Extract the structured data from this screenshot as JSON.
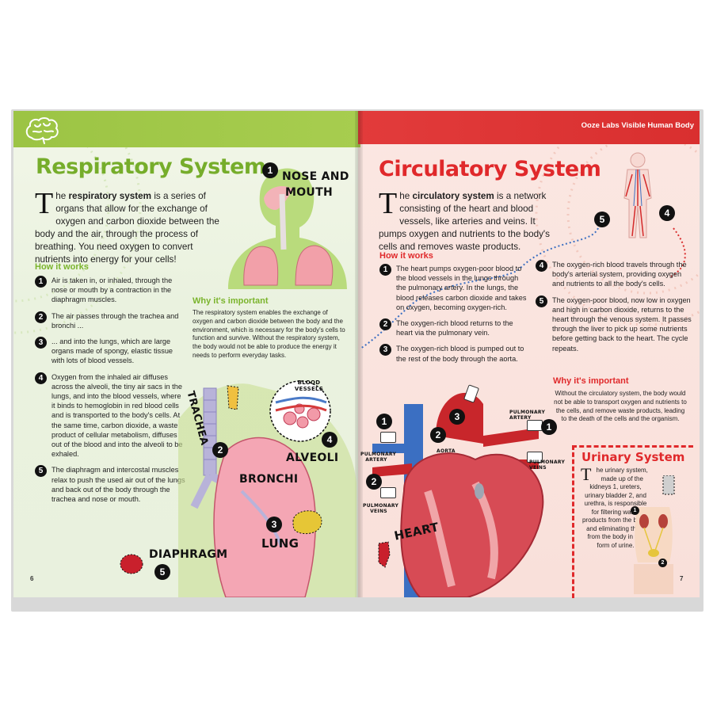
{
  "header": {
    "brand": "Ooze Labs Visible Human Body"
  },
  "left": {
    "title": "Respiratory System",
    "intro_dropcap": "T",
    "intro_parts": [
      "he ",
      "respiratory system",
      " is a series of organs that allow for the exchange of oxygen and carbon dioxide between the body and the air, through the process of breathing. You need oxygen to convert nutrients into energy for your cells!"
    ],
    "how_heading": "How it works",
    "steps": [
      {
        "n": "1",
        "text": "Air is taken in, or inhaled, through the nose or mouth by a contraction in the diaphragm muscles."
      },
      {
        "n": "2",
        "text": "The air passes through the trachea and bronchi ..."
      },
      {
        "n": "3",
        "text": "... and into the lungs, which are large organs made of spongy, elastic tissue with lots of blood vessels."
      },
      {
        "n": "4",
        "text": "Oxygen from the inhaled air diffuses across the alveoli, the tiny air sacs in the lungs, and into the blood vessels, where it binds to hemoglobin in red blood cells and is transported to the body's cells. At the same time, carbon dioxide, a waste product of cellular metabolism, diffuses out of the blood and into the alveoli to be exhaled."
      },
      {
        "n": "5",
        "text": "The diaphragm and intercostal muscles relax to push the used air out of the lungs and back out of the body through the trachea and nose or mouth."
      }
    ],
    "why_heading": "Why it's important",
    "why_text": "The respiratory system enables the exchange of oxygen and carbon dioxide between the body and the environment, which is necessary for the body's cells to function and survive. Without the respiratory system, the body would not be able to produce the energy it needs to perform everyday tasks.",
    "labels": {
      "nose_num": "1",
      "nose_line1": "NOSE AND",
      "nose_line2": "MOUTH",
      "trachea": "TRACHEA",
      "trachea_num": "2",
      "blood_vessels": "BLOOD VESSELS",
      "alveoli": "ALVEOLI",
      "alveoli_num": "4",
      "bronchi": "BRONCHI",
      "lung": "LUNG",
      "lung_num": "3",
      "diaphragm": "DIAPHRAGM",
      "diaphragm_num": "5"
    },
    "page_number": "6"
  },
  "right": {
    "title": "Circulatory System",
    "intro_dropcap": "T",
    "intro_parts": [
      "he ",
      "circulatory system",
      " is a network consisting of the heart and blood vessels, like arteries and veins. It pumps oxygen and nutrients to the body's cells and removes waste products."
    ],
    "how_heading": "How it works",
    "steps": [
      {
        "n": "1",
        "text": "The heart pumps oxygen-poor blood to the blood vessels in the lungs through the pulmonary artery. In the lungs, the blood releases carbon dioxide and takes on oxygen, becoming oxygen-rich."
      },
      {
        "n": "2",
        "text": "The oxygen-rich blood returns to the heart via the pulmonary vein."
      },
      {
        "n": "3",
        "text": "The oxygen-rich blood is pumped out to the rest of the body through the aorta."
      }
    ],
    "steps_right": [
      {
        "n": "4",
        "text": "The oxygen-rich blood travels through the body's arterial system, providing oxygen and nutrients to all the body's cells."
      },
      {
        "n": "5",
        "text": "The oxygen-poor blood, now low in oxygen and high in carbon dioxide, returns to the heart through the venous system. It passes through the liver to pick up some nutrients before getting back to the heart. The cycle repeats."
      }
    ],
    "why_heading": "Why it's important",
    "why_text": "Without the circulatory system, the body would not be able to transport oxygen and nutrients to the cells, and remove waste products, leading to the death of the cells and the organism.",
    "labels": {
      "pulmonary_artery_left": "PULMONARY ARTERY",
      "pulmonary_veins_left": "PULMONARY VEINS",
      "aorta": "AORTA",
      "pulmonary_artery_right": "PULMONARY ARTERY",
      "pulmonary_veins_right": "PULMONARY VEINS",
      "heart": "HEART",
      "fig_num_4": "4",
      "fig_num_5": "5",
      "heart_num_1a": "1",
      "heart_num_1b": "1",
      "heart_num_2a": "2",
      "heart_num_2b": "2",
      "heart_num_3": "3"
    },
    "urinary": {
      "title": "Urinary System",
      "dropcap": "T",
      "text": "he urinary system, made up of the kidneys 1, ureters, urinary bladder 2, and urethra, is responsible for filtering waste products from the blood and eliminating them from the body in the form of urine.",
      "num1": "1",
      "num2": "2"
    },
    "page_number": "7"
  }
}
